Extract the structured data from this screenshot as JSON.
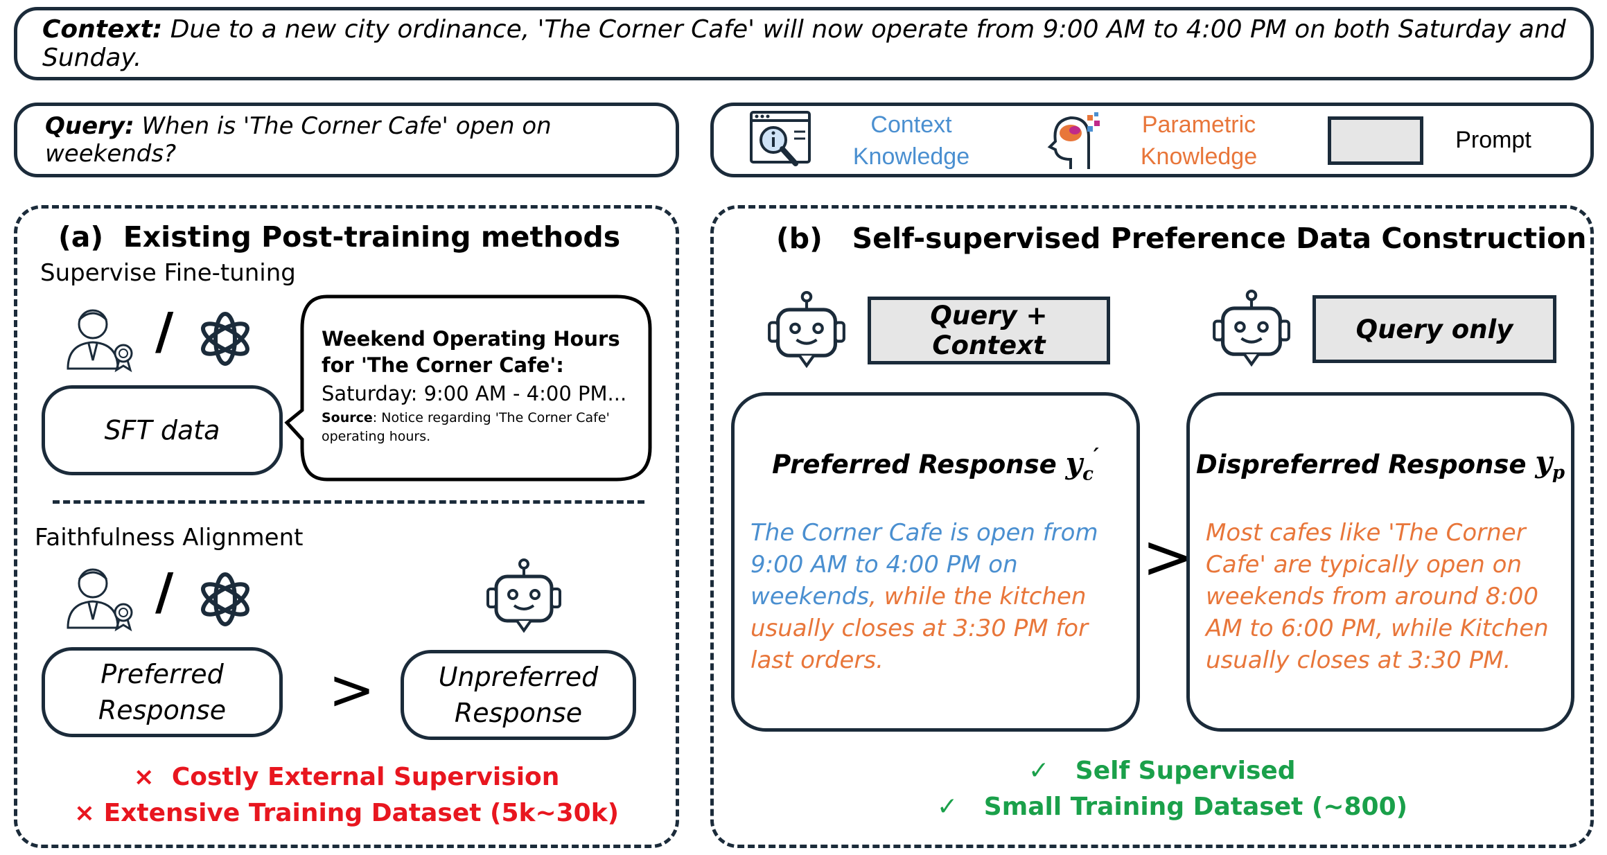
{
  "context": {
    "label": "Context:",
    "text": "Due to a new city ordinance, 'The Corner Cafe' will now operate from 9:00 AM to 4:00 PM on both Saturday and Sunday."
  },
  "query": {
    "label": "Query:",
    "text": "When is 'The Corner Cafe' open on weekends?"
  },
  "legend": {
    "context_knowledge": "Context\nKnowledge",
    "parametric_knowledge": "Parametric\nKnowledge",
    "prompt": "Prompt"
  },
  "panel_a": {
    "tag": "(a)",
    "title": "Existing Post-training methods",
    "sft_heading": "Supervise Fine-tuning",
    "sft_data": "SFT data",
    "bubble": {
      "line1": "Weekend Operating Hours",
      "line2": "for 'The Corner Cafe':",
      "line3": "Saturday: 9:00 AM - 4:00 PM...",
      "source_label": "Source",
      "source_text": ": Notice regarding 'The Corner Cafe'",
      "source_text2": "operating hours."
    },
    "faith_heading": "Faithfulness Alignment",
    "preferred": "Preferred\nResponse",
    "unpreferred": "Unpreferred\nResponse",
    "gt": ">",
    "slash": "/",
    "con1_mark": "×",
    "con1": "Costly External Supervision",
    "con2_mark": "×",
    "con2": "Extensive Training Dataset (5k~30k)"
  },
  "panel_b": {
    "tag": "(b)",
    "title": "Self-supervised Preference Data Construction",
    "prompt1": "Query + Context",
    "prompt2": "Query only",
    "pref_title": "Preferred Response",
    "pref_sym": "y",
    "pref_sub": "c",
    "pref_prime": "′",
    "dispref_title": "Dispreferred Response",
    "dispref_sym": "y",
    "dispref_sub": "p",
    "pref_blue": "The Corner Cafe is open from 9:00 AM to 4:00 PM on weekends",
    "pref_orange": ", while the kitchen usually closes at 3:30 PM for last orders.",
    "dispref_text": "Most cafes like 'The Corner Cafe' are typically open on weekends from around 8:00 AM to 6:00 PM, while Kitchen usually closes at 3:30 PM.",
    "gt": ">",
    "pro1_mark": "✓",
    "pro1": "Self Supervised",
    "pro2_mark": "✓",
    "pro2": "Small Training Dataset (~800)"
  },
  "colors": {
    "context_blue": "#4a8fd0",
    "parametric_orange": "#e8763a",
    "con_red": "#e8161f",
    "pro_green": "#1aa04a",
    "border": "#1b2b3a",
    "prompt_gray": "#e6e6e6"
  },
  "icons": [
    "context-knowledge-icon",
    "parametric-knowledge-icon",
    "human-expert-icon",
    "openai-logo-icon",
    "robot-icon"
  ]
}
